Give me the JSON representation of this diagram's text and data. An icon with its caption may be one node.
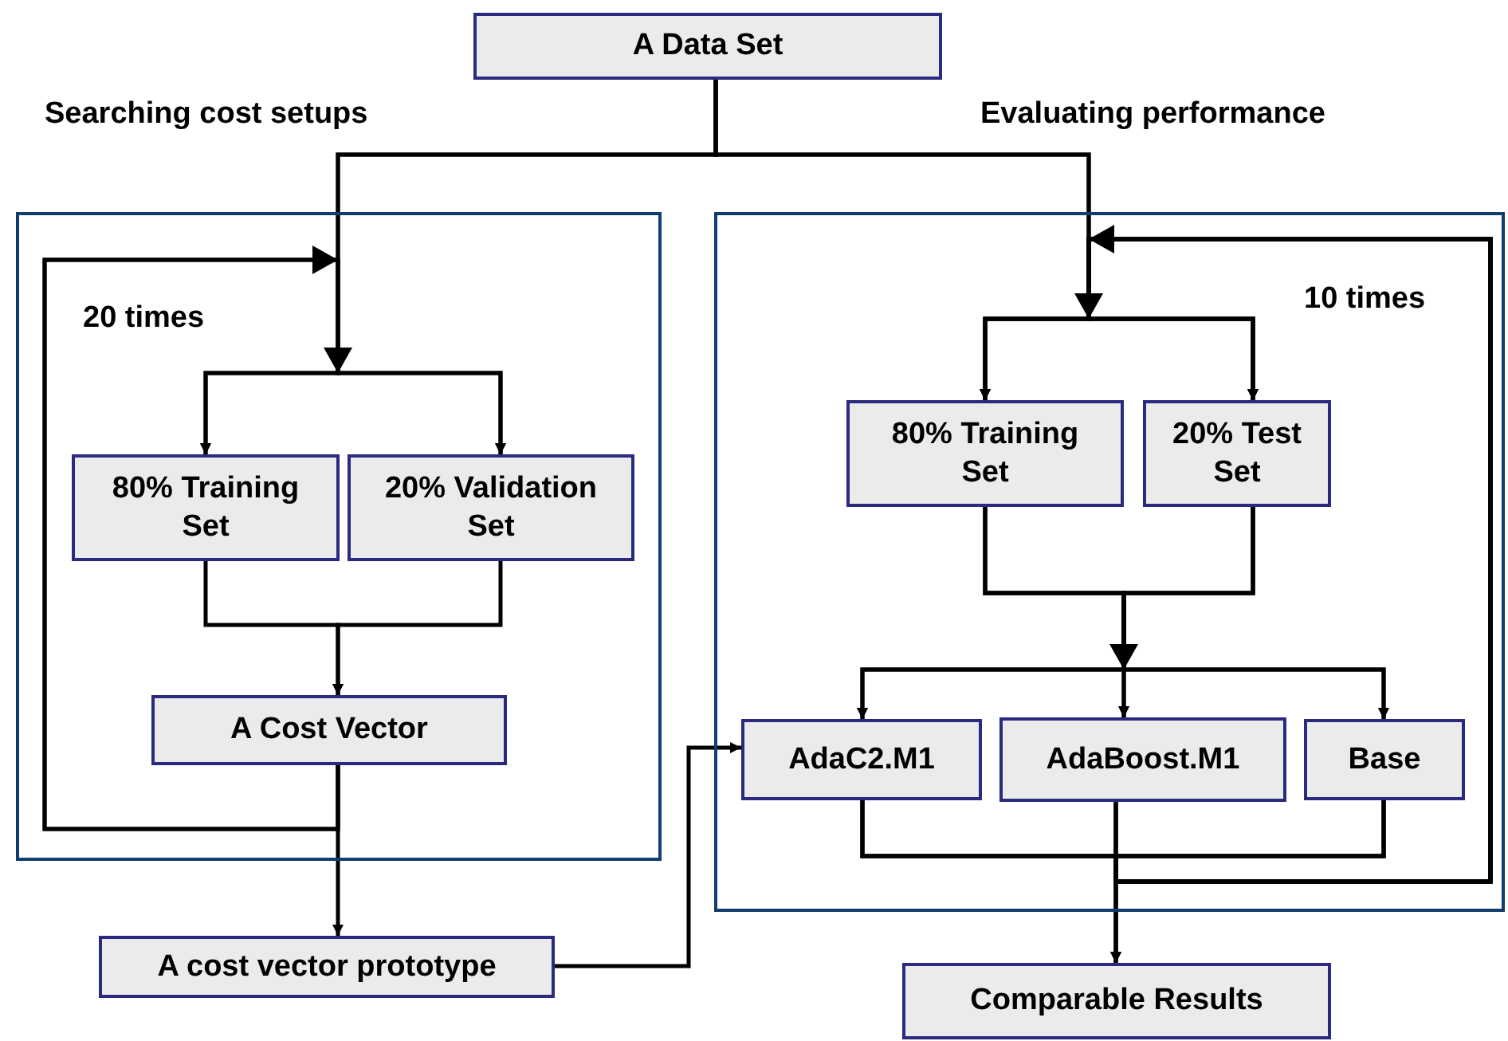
{
  "diagram": {
    "nodes": [
      {
        "text": [
          "A Data Set"
        ]
      },
      {
        "text": [
          "Searching cost setups"
        ]
      },
      {
        "text": [
          "Evaluating performance"
        ]
      },
      {
        "text": [
          "80% Training Set"
        ],
        "in": 1
      },
      {
        "text": [
          "20% Validation Set"
        ],
        "in": 1
      },
      {
        "text": [
          "A Cost Vector"
        ],
        "in": 1
      },
      {
        "text": [
          "A cost vector prototype"
        ]
      },
      {
        "text": [
          "80% Training Set"
        ],
        "in": 2
      },
      {
        "text": [
          "20% Test Set"
        ],
        "in": 2
      },
      {
        "text": [
          "AdaC2.M1"
        ],
        "in": 2
      },
      {
        "text": [
          "AdaBoost.M1"
        ],
        "in": 2
      },
      {
        "text": [
          "Base"
        ],
        "in": 2
      },
      {
        "text": [
          "Comparable Results"
        ]
      }
    ],
    "edges": [
      {
        "from": 0,
        "to": 3,
        "arrow": "to"
      },
      {
        "from": 0,
        "to": 4,
        "arrow": "to"
      },
      {
        "from": 0,
        "to": 7,
        "arrow": "to"
      },
      {
        "from": 0,
        "to": 8,
        "arrow": "to"
      },
      {
        "from": 5,
        "to": 3,
        "arrow": "to"
      },
      {
        "from": 5,
        "to": 4,
        "arrow": "to"
      },
      {
        "from": 3,
        "to": 5,
        "arrow": "to"
      },
      {
        "from": 4,
        "to": 5,
        "arrow": "to"
      },
      {
        "from": 5,
        "to": 6,
        "arrow": "to"
      },
      {
        "from": 6,
        "to": 9,
        "arrow": "to"
      },
      {
        "from": 7,
        "to": 9,
        "arrow": "to"
      },
      {
        "from": 7,
        "to": 10,
        "arrow": "to"
      },
      {
        "from": 7,
        "to": 11,
        "arrow": "to"
      },
      {
        "from": 8,
        "to": 9,
        "arrow": "to"
      },
      {
        "from": 8,
        "to": 10,
        "arrow": "to"
      },
      {
        "from": 8,
        "to": 11,
        "arrow": "to"
      },
      {
        "from": 9,
        "to": 12,
        "arrow": "to"
      },
      {
        "from": 10,
        "to": 12,
        "arrow": "to"
      },
      {
        "from": 11,
        "to": 12,
        "arrow": "to"
      },
      {
        "from": 9,
        "to": 7,
        "arrow": "to"
      },
      {
        "from": 9,
        "to": 8,
        "arrow": "to"
      },
      {
        "from": 10,
        "to": 7,
        "arrow": "to"
      },
      {
        "from": 10,
        "to": 8,
        "arrow": "to"
      },
      {
        "from": 11,
        "to": 7,
        "arrow": "to"
      },
      {
        "from": 11,
        "to": 8,
        "arrow": "to"
      }
    ],
    "labels": [
      "20 times",
      "10 times"
    ]
  }
}
